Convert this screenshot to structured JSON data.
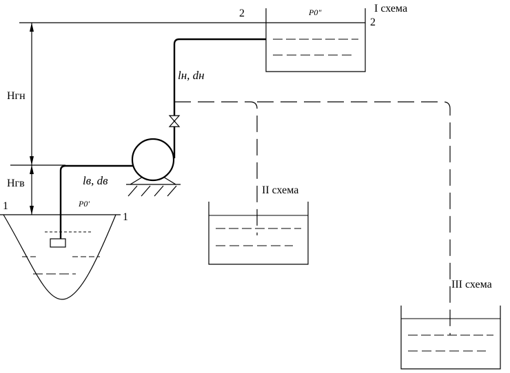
{
  "labels": {
    "section2_left": "2",
    "section2_right": "2",
    "pressure_top": "P0\"",
    "scheme1": "I схема",
    "scheme2": "II схема",
    "scheme3": "III схема",
    "section1_left": "1",
    "section1_right": "1",
    "pressure_bottom": "P0'",
    "discharge_pipe": "lн, dн",
    "suction_pipe": "lв, dв",
    "height_discharge": "Hгн",
    "height_suction": "Hгв"
  }
}
